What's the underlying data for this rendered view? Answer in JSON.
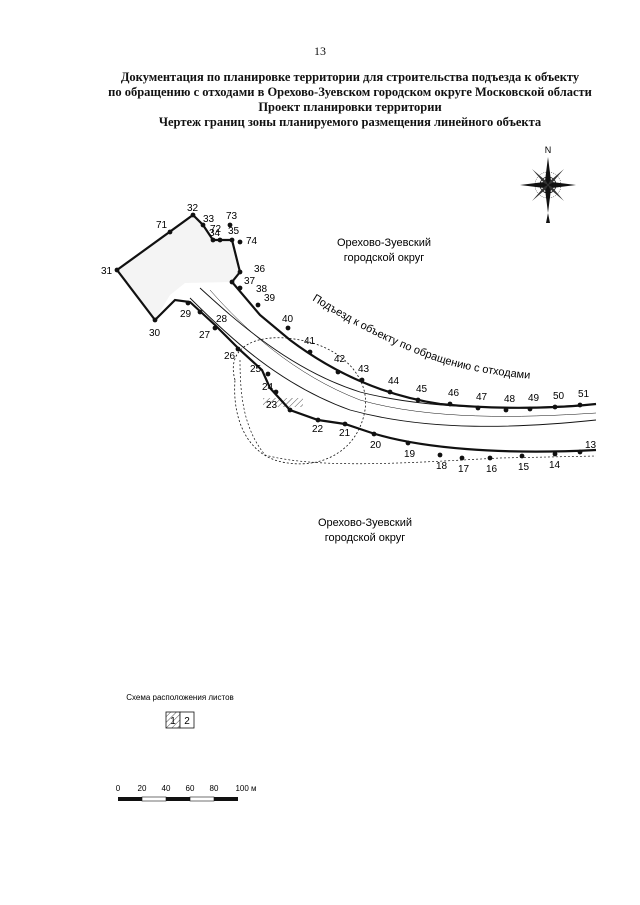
{
  "page": {
    "number": "13",
    "title_lines": [
      "Документация по планировке территории для строительства подъезда к объекту",
      "по обращению с отходами в Орехово-Зуевском городском округе Московской области",
      "Проект планировки территории",
      "Чертеж границ зоны планируемого размещения линейного объекта"
    ]
  },
  "compass": {
    "north_label": "N"
  },
  "map": {
    "area_labels": {
      "north_line1": "Орехово-Зуевский",
      "north_line2": "городской округ",
      "south_line1": "Орехово-Зуевский",
      "south_line2": "городской округ"
    },
    "road_label": "Подъезд к объекту по обращению с отходами",
    "point_labels": [
      "13",
      "14",
      "15",
      "16",
      "17",
      "18",
      "19",
      "20",
      "21",
      "22",
      "23",
      "24",
      "25",
      "26",
      "27",
      "28",
      "29",
      "30",
      "31",
      "32",
      "33",
      "34",
      "35",
      "36",
      "37",
      "38",
      "39",
      "40",
      "41",
      "42",
      "43",
      "44",
      "45",
      "46",
      "47",
      "48",
      "49",
      "50",
      "51",
      "71",
      "72",
      "73",
      "74"
    ]
  },
  "sheet_layout": {
    "caption": "Схема расположения листов",
    "sheet_numbers": [
      "1",
      "2"
    ],
    "current_sheet": "1"
  },
  "scale_bar": {
    "tick_labels": [
      "0",
      "20",
      "40",
      "60",
      "80",
      "100 м"
    ]
  },
  "colors": {
    "ink": "#111111",
    "hatch": "#777777"
  }
}
